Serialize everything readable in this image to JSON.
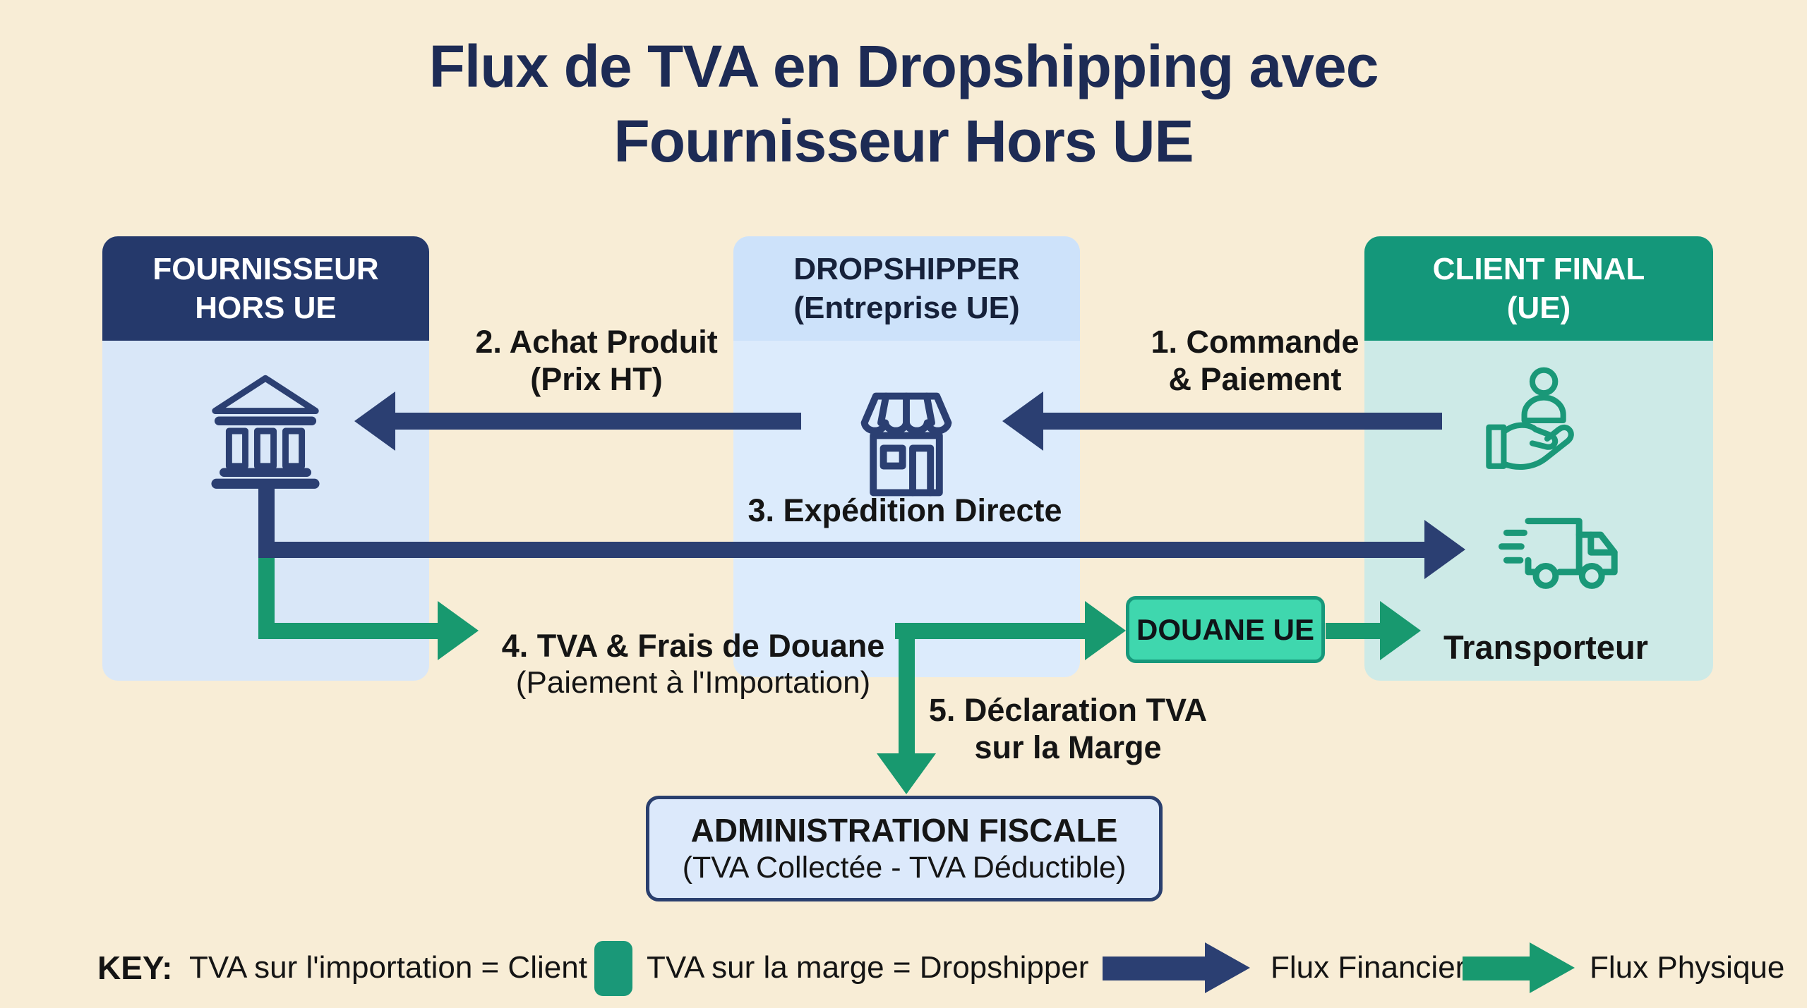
{
  "title": "Flux de TVA en Dropshipping avec\nFournisseur Hors UE",
  "panels": {
    "fournisseur": {
      "header": "FOURNISSEUR\nHORS UE",
      "icon": "bank-icon"
    },
    "dropshipper": {
      "header": "DROPSHIPPER\n(Entreprise UE)",
      "icon": "storefront-icon"
    },
    "client": {
      "header": "CLIENT FINAL\n(UE)",
      "icon": "person-hand-icon",
      "transporter_label": "Transporteur",
      "transporter_icon": "delivery-truck-icon"
    }
  },
  "flows": {
    "flow1": {
      "label": "1. Commande\n& Paiement",
      "type": "financier"
    },
    "flow2": {
      "label": "2. Achat Produit\n(Prix HT)",
      "type": "financier"
    },
    "flow3": {
      "label": "3. Expédition Directe",
      "type": "physique"
    },
    "flow4": {
      "label_bold": "4. TVA & Frais de Douane",
      "label_regular": "(Paiement à l'Importation)",
      "type": "physique"
    },
    "flow5": {
      "label": "5. Déclaration TVA\nsur la Marge",
      "type": "physique"
    }
  },
  "nodes": {
    "douane": {
      "label": "DOUANE UE"
    },
    "administration": {
      "line1": "ADMINISTRATION FISCALE",
      "line2": "(TVA Collectée - TVA Déductible)"
    }
  },
  "legend": {
    "key_label": "KEY:",
    "item1": "TVA sur l'importation = Client",
    "item2": "TVA sur la marge = Dropshipper",
    "financial": "Flux Financier",
    "physical": "Flux Physique"
  },
  "colors": {
    "background": "#F8EDD6",
    "navy_arrow": "#2B3F72",
    "navy_header": "#25396B",
    "green_arrow": "#18996F",
    "green_header": "#14977A",
    "panel_fournisseur_body": "#D9E7F8",
    "panel_dropshipper_header": "#CDE2FA",
    "panel_dropshipper_body": "#DCEBFC",
    "panel_client_body": "#CDEAE7",
    "douane_fill": "#3FD7AE",
    "douane_border": "#17987B",
    "admin_fill": "#DCE9FB",
    "title_text": "#1D2B55",
    "label_text": "#151515"
  }
}
